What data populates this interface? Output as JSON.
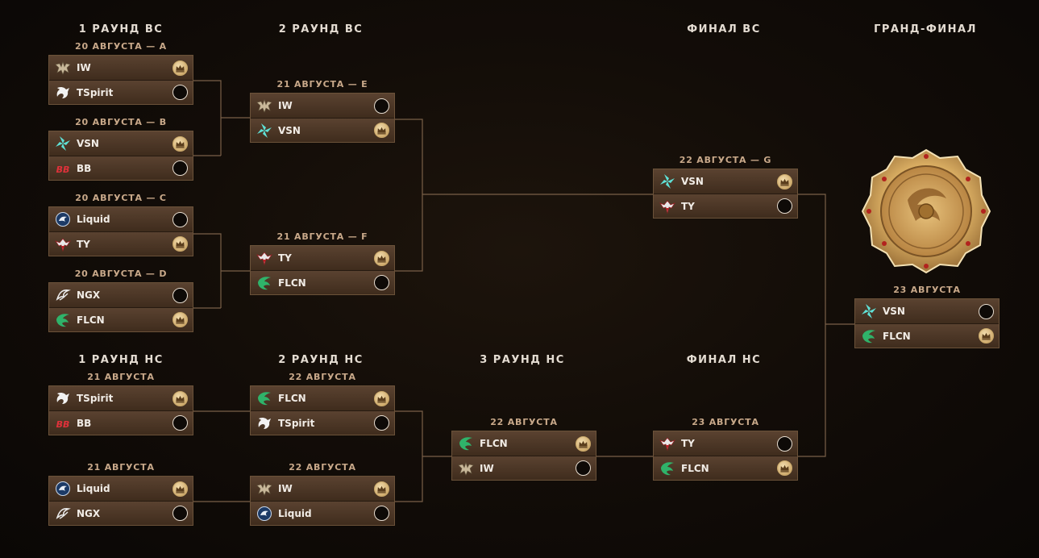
{
  "colors": {
    "background": "#130d08",
    "card": "#4a3524",
    "card_border": "#6b5239",
    "title_text": "#e4dcd2",
    "date_text": "#c9a98a",
    "win_gold": "#d1ad70",
    "connector": "#7a6048"
  },
  "icons": {
    "win": "crown-icon",
    "loss": "empty-circle-icon",
    "trophy": "aegis-trophy-icon"
  },
  "rounds": {
    "ub_r1": "1 РАУНД ВС",
    "ub_r2": "2 РАУНД ВС",
    "ub_final": "ФИНАЛ ВС",
    "grand_final": "ГРАНД-ФИНАЛ",
    "lb_r1": "1 РАУНД НС",
    "lb_r2": "2 РАУНД НС",
    "lb_r3": "3 РАУНД НС",
    "lb_final": "ФИНАЛ НС"
  },
  "matches": [
    {
      "id": "a",
      "date": "20 АВГУСТА — A",
      "teams": [
        {
          "name": "IW",
          "logo": "iw",
          "win": true
        },
        {
          "name": "TSpirit",
          "logo": "tspirit",
          "win": false
        }
      ]
    },
    {
      "id": "b",
      "date": "20 АВГУСТА — B",
      "teams": [
        {
          "name": "VSN",
          "logo": "vsn",
          "win": true
        },
        {
          "name": "BB",
          "logo": "bb",
          "win": false
        }
      ]
    },
    {
      "id": "c",
      "date": "20 АВГУСТА — C",
      "teams": [
        {
          "name": "Liquid",
          "logo": "liquid",
          "win": false
        },
        {
          "name": "TY",
          "logo": "ty",
          "win": true
        }
      ]
    },
    {
      "id": "d",
      "date": "20 АВГУСТА — D",
      "teams": [
        {
          "name": "NGX",
          "logo": "ngx",
          "win": false
        },
        {
          "name": "FLCN",
          "logo": "flcn",
          "win": true
        }
      ]
    },
    {
      "id": "e",
      "date": "21 АВГУСТА — E",
      "teams": [
        {
          "name": "IW",
          "logo": "iw",
          "win": false
        },
        {
          "name": "VSN",
          "logo": "vsn",
          "win": true
        }
      ]
    },
    {
      "id": "f",
      "date": "21 АВГУСТА — F",
      "teams": [
        {
          "name": "TY",
          "logo": "ty",
          "win": true
        },
        {
          "name": "FLCN",
          "logo": "flcn",
          "win": false
        }
      ]
    },
    {
      "id": "g",
      "date": "22 АВГУСТА — G",
      "teams": [
        {
          "name": "VSN",
          "logo": "vsn",
          "win": true
        },
        {
          "name": "TY",
          "logo": "ty",
          "win": false
        }
      ]
    },
    {
      "id": "lb1a",
      "date": "21 АВГУСТА",
      "teams": [
        {
          "name": "TSpirit",
          "logo": "tspirit",
          "win": true
        },
        {
          "name": "BB",
          "logo": "bb",
          "win": false
        }
      ]
    },
    {
      "id": "lb1b",
      "date": "21 АВГУСТА",
      "teams": [
        {
          "name": "Liquid",
          "logo": "liquid",
          "win": true
        },
        {
          "name": "NGX",
          "logo": "ngx",
          "win": false
        }
      ]
    },
    {
      "id": "lb2a",
      "date": "22 АВГУСТА",
      "teams": [
        {
          "name": "FLCN",
          "logo": "flcn",
          "win": true
        },
        {
          "name": "TSpirit",
          "logo": "tspirit",
          "win": false
        }
      ]
    },
    {
      "id": "lb2b",
      "date": "22 АВГУСТА",
      "teams": [
        {
          "name": "IW",
          "logo": "iw",
          "win": true
        },
        {
          "name": "Liquid",
          "logo": "liquid",
          "win": false
        }
      ]
    },
    {
      "id": "lb3",
      "date": "22 АВГУСТА",
      "teams": [
        {
          "name": "FLCN",
          "logo": "flcn",
          "win": true
        },
        {
          "name": "IW",
          "logo": "iw",
          "win": false
        }
      ]
    },
    {
      "id": "lbf",
      "date": "23 АВГУСТА",
      "teams": [
        {
          "name": "TY",
          "logo": "ty",
          "win": false
        },
        {
          "name": "FLCN",
          "logo": "flcn",
          "win": true
        }
      ]
    },
    {
      "id": "gf",
      "date": "23 АВГУСТА",
      "teams": [
        {
          "name": "VSN",
          "logo": "vsn",
          "win": false
        },
        {
          "name": "FLCN",
          "logo": "flcn",
          "win": true
        }
      ]
    }
  ]
}
